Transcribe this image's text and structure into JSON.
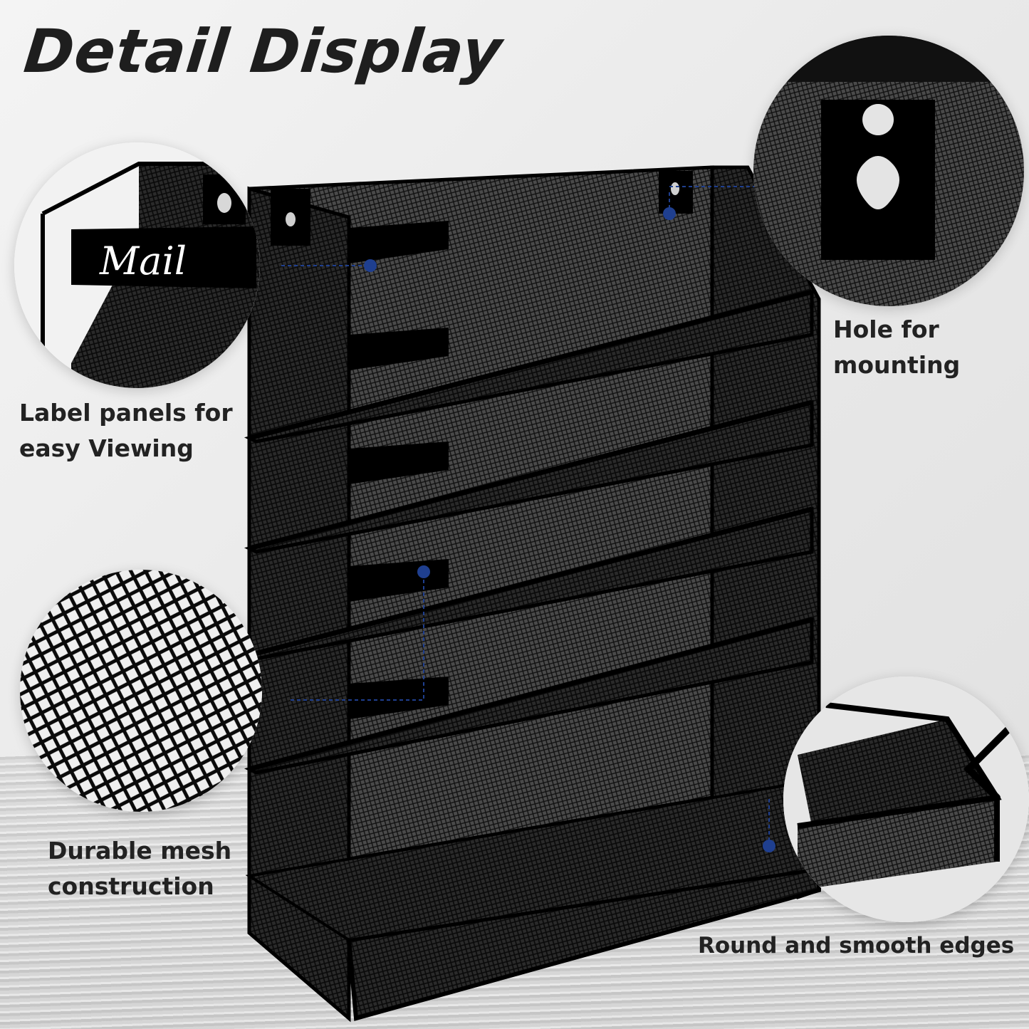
{
  "headline": "Detail Display",
  "product": {
    "name_label": "Mail",
    "color": "#111111"
  },
  "accent_color": "#1f3f8f",
  "features": {
    "label_panels": {
      "line1": "Label panels for",
      "line2": "easy Viewing"
    },
    "hole": {
      "line1": "Hole for",
      "line2": "mounting"
    },
    "mesh": {
      "line1": "Durable mesh",
      "line2": "construction"
    },
    "edges": {
      "line1": "Round and smooth edges"
    }
  }
}
